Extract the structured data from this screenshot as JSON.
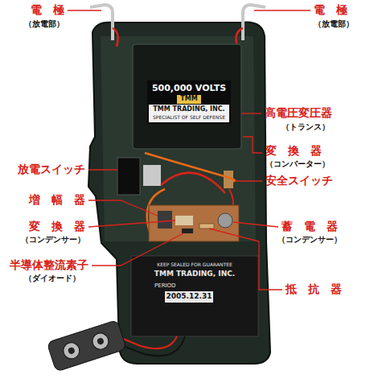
{
  "diagram": {
    "labels": [
      "電　極",
      "（放電部）",
      "電　極",
      "（放電部）",
      "500,000 VOLTS",
      "TMM",
      "TMM TRADING, INC.",
      "SPECIALIST OF SELF DEFENSE",
      "高電圧変圧器",
      "（トランス）",
      "変　換　器",
      "（コンバーター）",
      "放電スイッチ",
      "安全スイッチ",
      "増　幅　器",
      "変　換　器",
      "（コンデンサー）",
      "蓄　電　器",
      "（コンデンサー）",
      "半導体整流素子",
      "（ダイオード）",
      "抵　抗　器",
      "KEEP SEALED FOR GUARANTEE",
      "TMM TRADING, INC.",
      "PERIOD",
      "2005.12.31"
    ]
  }
}
